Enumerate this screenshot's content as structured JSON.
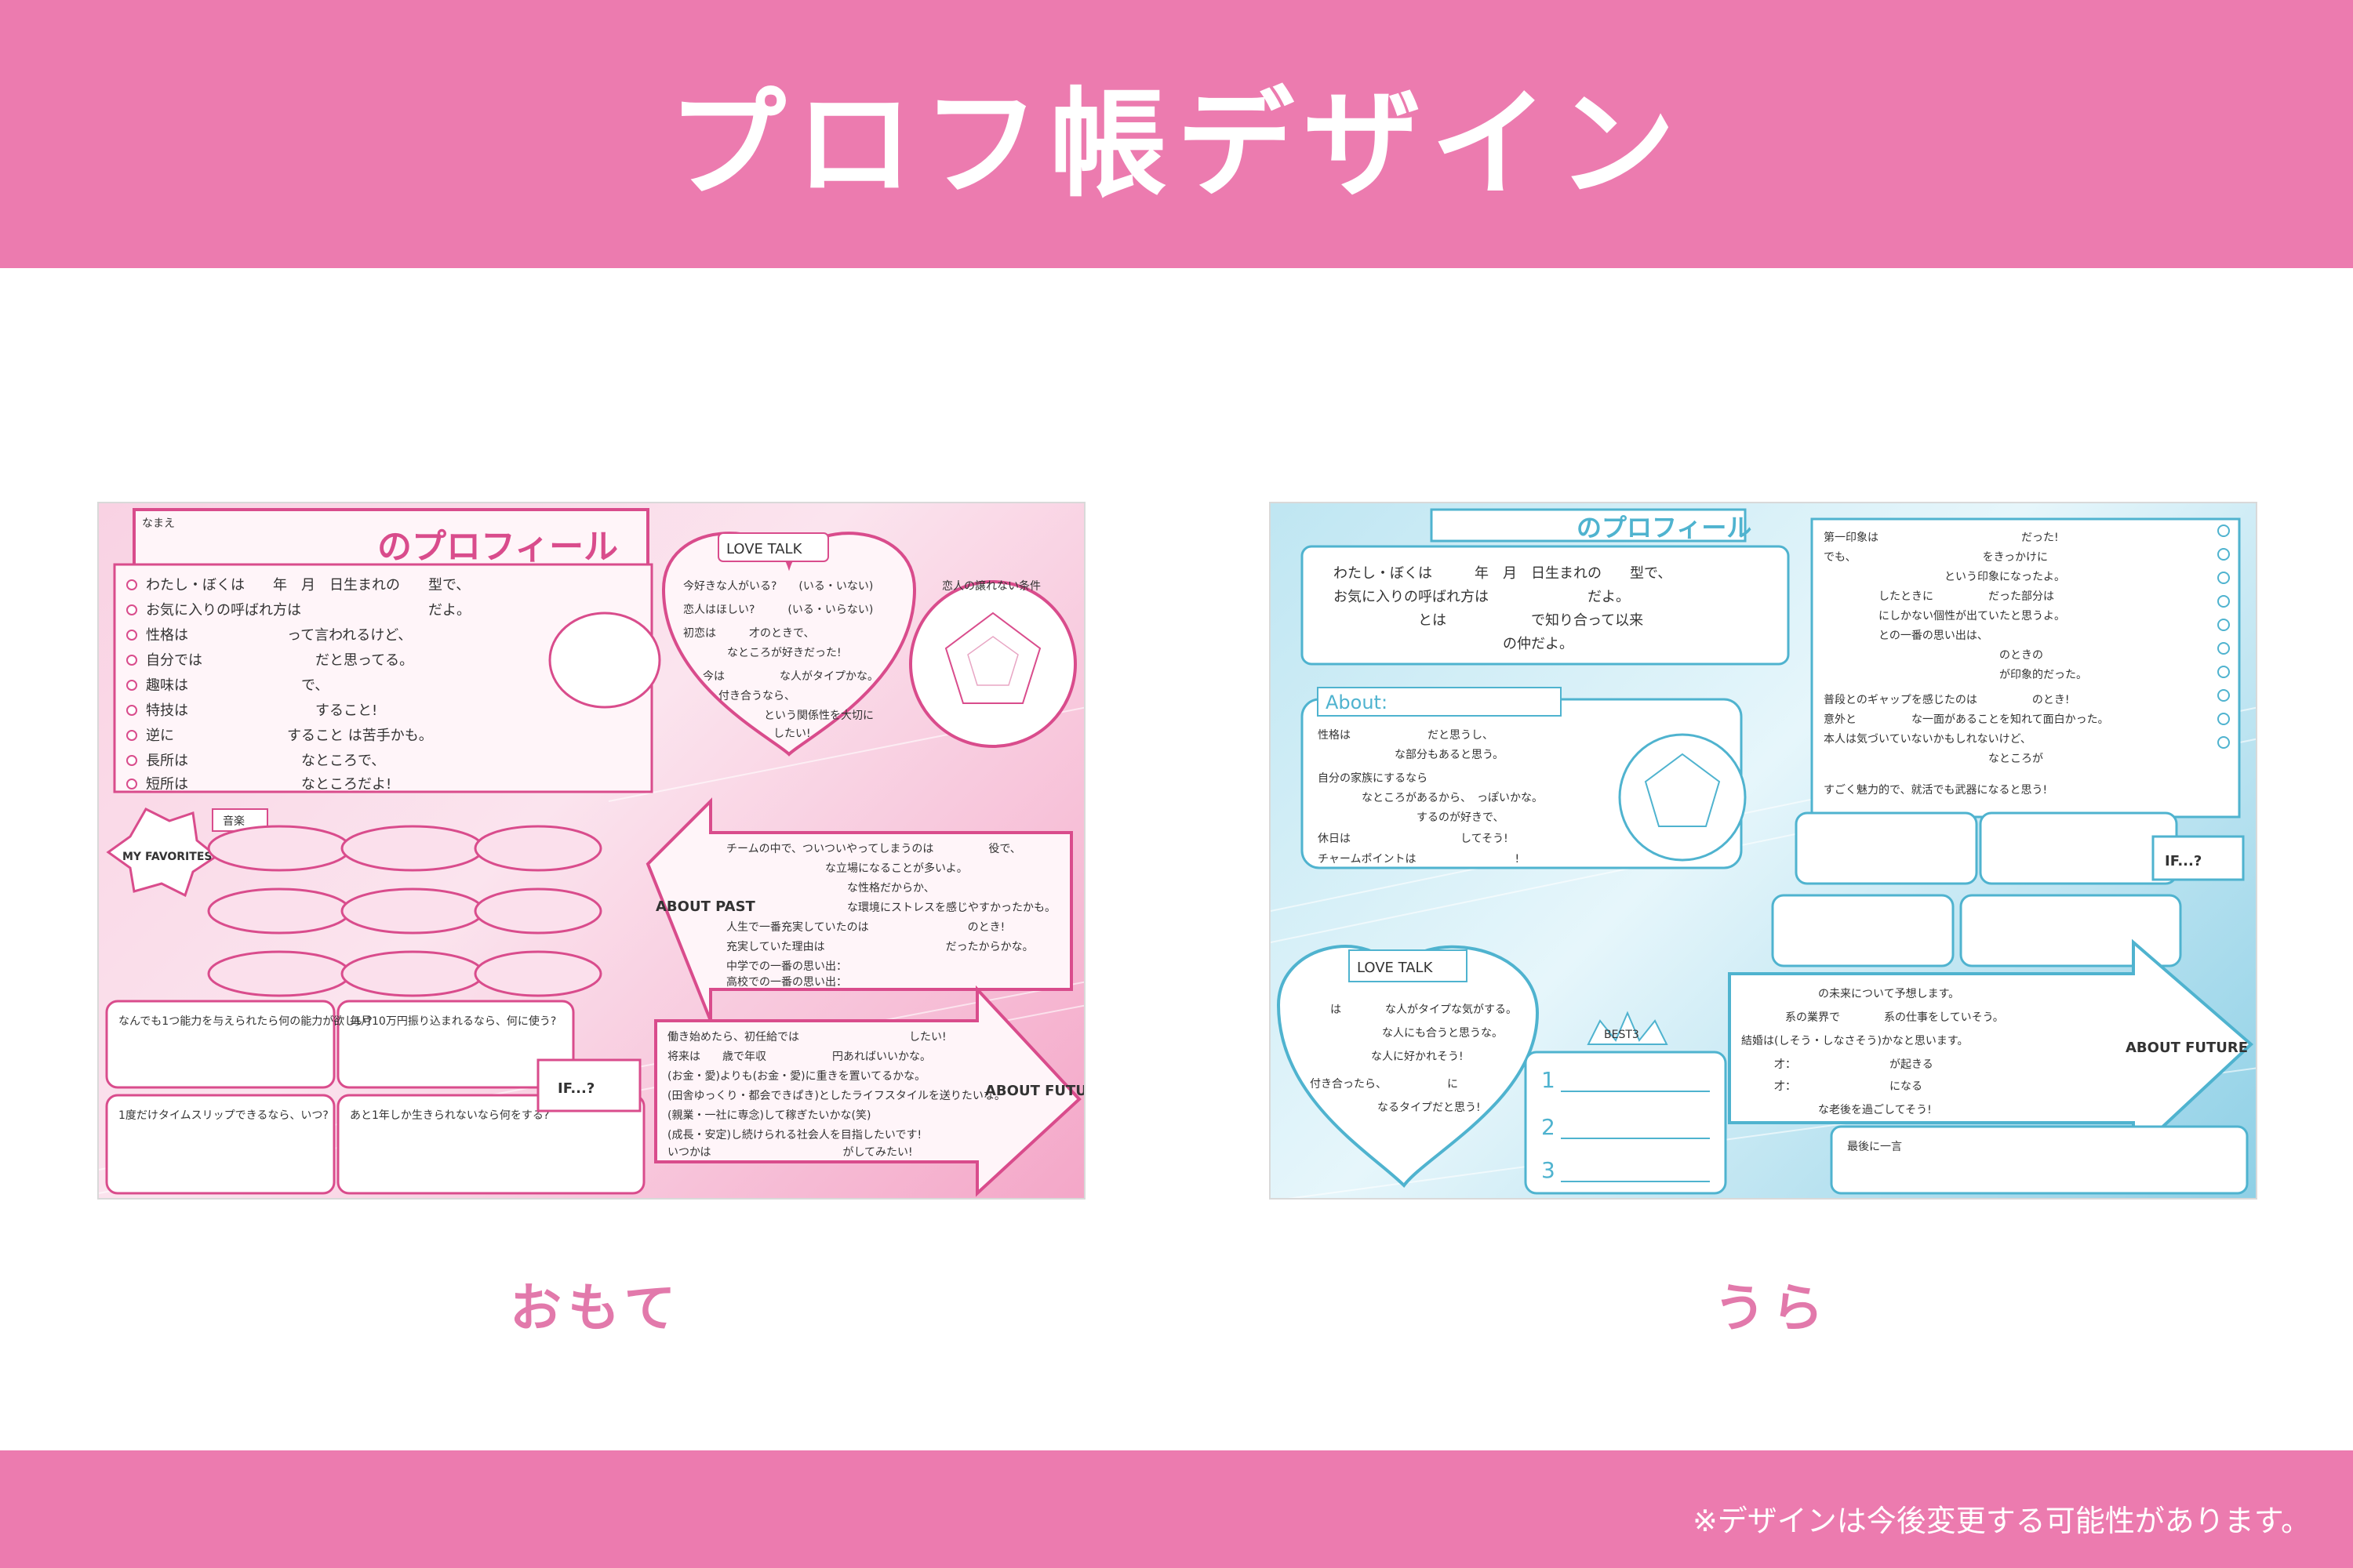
{
  "header": {
    "title": "プロフ帳デザイン"
  },
  "captions": {
    "front": "おもて",
    "back": "うら"
  },
  "footer": {
    "note": "※デザインは今後変更する可能性があります。"
  },
  "colors": {
    "pink": "#ec7baf",
    "pink_line": "#d94c8c",
    "blue_line": "#4fb3cf",
    "caption": "#e279ab"
  },
  "front": {
    "title": "のプロフィール",
    "name_label": "なまえ",
    "profile_lines": [
      "わたし・ぼくは　　年　月　日生まれの　　型で、",
      "お気に入りの呼ばれ方は　　　　　　　　　だよ。",
      "性格は　　　　　　　って言われるけど、",
      "自分では　　　　　　　　だと思ってる。",
      "趣味は　　　　　　　　で、",
      "特技は　　　　　　　　　すること!",
      "逆に　　　　　　　　すること は苦手かも。",
      "長所は　　　　　　　　なところで、",
      "短所は　　　　　　　　なところだよ!"
    ],
    "love_talk": {
      "title": "LOVE TALK",
      "lines": [
        "今好きな人がいる?　　(いる・いない)",
        "恋人はほしい?　　　(いる・いらない)",
        "初恋は　　　才のときで、",
        "　　　　なところが好きだった!",
        "今は　　　　　な人がタイプかな。",
        "付き合うなら、",
        "　　という関係性を大切に",
        "したい!"
      ]
    },
    "radar_title": "恋人の譲れない条件",
    "my_favorites": "MY FAVORITES",
    "music_label": "音楽",
    "about_past": {
      "label": "ABOUT PAST",
      "lines": [
        "チームの中で、ついついやってしまうのは　　　　　役で、",
        "　　　　　　　　　な立場になることが多いよ。",
        "　　　　　　　　　　　な性格だからか、",
        "　　　　　　　　　　　な環境にストレスを感じやすかったかも。",
        "人生で一番充実していたのは　　　　　　　　　のとき!",
        "充実していた理由は　　　　　　　　　　　だったからかな。",
        "中学での一番の思い出：",
        "高校での一番の思い出："
      ]
    },
    "about_future": {
      "label": "ABOUT FUTURE",
      "lines": [
        "働き始めたら、初任給では　　　　　　　　　　したい!",
        "将来は　　歳で年収　　　　　　円あればいいかな。",
        "(お金・愛)よりも(お金・愛)に重きを置いてるかな。",
        "(田舎ゆっくり・都会できぱき)としたライフスタイルを送りたいな。",
        "(親業・一社に専念)して稼ぎたいかな(笑)",
        "(成長・安定)し続けられる社会人を目指したいです!",
        "いつかは　　　　　　　　　　　　がしてみたい!"
      ]
    },
    "if_label": "IF...?",
    "if_questions": [
      "なんでも1つ能力を与えられたら何の能力が欲しい?",
      "毎月10万円振り込まれるなら、何に使う?",
      "1度だけタイムスリップできるなら、いつ?",
      "あと1年しか生きられないなら何をする?"
    ]
  },
  "back": {
    "title": "のプロフィール",
    "intro_lines": [
      "わたし・ぼくは　　　年　月　日生まれの　　型で、",
      "お気に入りの呼ばれ方は　　　　　　　だよ。",
      "　　　　　　とは　　　　　　で知り合って以来",
      "　　　　　　　　　　　　の仲だよ。"
    ],
    "about": {
      "label": "About:",
      "lines": [
        "性格は　　　　　　　だと思うし、",
        "　　　　　　　な部分もあると思う。",
        "自分の家族にするなら",
        "　　　　なところがあるから、　っぽいかな。",
        "　　　　　　　　　するのが好きで、",
        "休日は　　　　　　　　　　してそう!",
        "チャームポイントは　　　　　　　　　!"
      ]
    },
    "first_impression": [
      "第一印象は　　　　　　　　　　　　　だった!",
      "でも、　　　　　　　　　　　　をきっかけに",
      "　　　　　　　　　　　という印象になったよ。",
      "　　　　　したときに　　　　　だった部分は",
      "　　　　　にしかない個性が出ていたと思うよ。",
      "　　　　　との一番の思い出は、",
      "　　　　　　　　　　　　　　　　のときの",
      "　　　　　　　　　　　　　　　　が印象的だった。",
      "普段とのギャップを感じたのは　　　　　のとき!",
      "意外と　　　　　な一面があることを知れて面白かった。",
      "本人は気づいていないかもしれないけど、",
      "　　　　　　　　　　　　　　　なところが",
      "すごく魅力的で、就活でも武器になると思う!"
    ],
    "love_talk": {
      "title": "LOVE TALK",
      "lines": [
        "　　　　は　　　　な人がタイプな気がする。",
        "　　　　　　　　な人にも合うと思うな。",
        "　　　　　　　な人に好かれそう!",
        "付き合ったら、　　　　　　に",
        "　　　　なるタイプだと思う!"
      ]
    },
    "best3_label": "BEST3",
    "best3": [
      "1",
      "2",
      "3"
    ],
    "if_label": "IF...?",
    "about_future": {
      "label": "ABOUT FUTURE",
      "lines": [
        "　　　　　　　の未来について予想します。",
        "　　　　系の業界で　　　　系の仕事をしていそう。",
        "結婚は(しそう・しなさそう)かなと思います。",
        "　　　才：　　　　　　　　　が起きる",
        "　　　才：　　　　　　　　　になる",
        "　　　　　　　な老後を過ごしてそう!"
      ]
    },
    "last_message": "最後に一言"
  }
}
